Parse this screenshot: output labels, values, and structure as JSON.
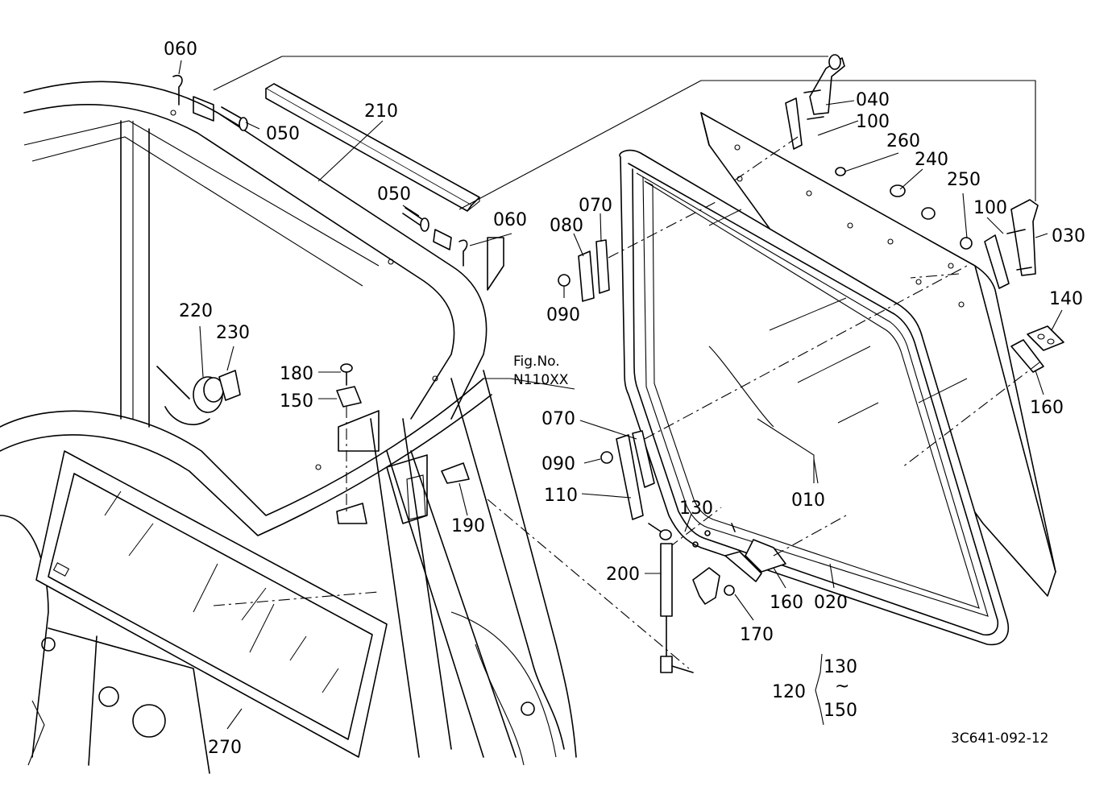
{
  "figure": {
    "ref_title": "Fig.No.",
    "ref_code": "N110XX",
    "drawing_number": "3C641-092-12"
  },
  "callouts": [
    {
      "id": "060a",
      "text": "060"
    },
    {
      "id": "050a",
      "text": "050"
    },
    {
      "id": "210",
      "text": "210"
    },
    {
      "id": "050b",
      "text": "050"
    },
    {
      "id": "060b",
      "text": "060"
    },
    {
      "id": "040",
      "text": "040"
    },
    {
      "id": "100a",
      "text": "100"
    },
    {
      "id": "260",
      "text": "260"
    },
    {
      "id": "240",
      "text": "240"
    },
    {
      "id": "250",
      "text": "250"
    },
    {
      "id": "100b",
      "text": "100"
    },
    {
      "id": "030",
      "text": "030"
    },
    {
      "id": "070a",
      "text": "070"
    },
    {
      "id": "080",
      "text": "080"
    },
    {
      "id": "090a",
      "text": "090"
    },
    {
      "id": "140",
      "text": "140"
    },
    {
      "id": "160a",
      "text": "160"
    },
    {
      "id": "220",
      "text": "220"
    },
    {
      "id": "230",
      "text": "230"
    },
    {
      "id": "180",
      "text": "180"
    },
    {
      "id": "150",
      "text": "150"
    },
    {
      "id": "070b",
      "text": "070"
    },
    {
      "id": "090b",
      "text": "090"
    },
    {
      "id": "110",
      "text": "110"
    },
    {
      "id": "190",
      "text": "190"
    },
    {
      "id": "010",
      "text": "010"
    },
    {
      "id": "130",
      "text": "130"
    },
    {
      "id": "200",
      "text": "200"
    },
    {
      "id": "160b",
      "text": "160"
    },
    {
      "id": "020",
      "text": "020"
    },
    {
      "id": "170",
      "text": "170"
    },
    {
      "id": "270",
      "text": "270"
    }
  ],
  "set_group": {
    "number": "120",
    "range_start": "130",
    "range_symbol": "~",
    "range_end": "150"
  }
}
